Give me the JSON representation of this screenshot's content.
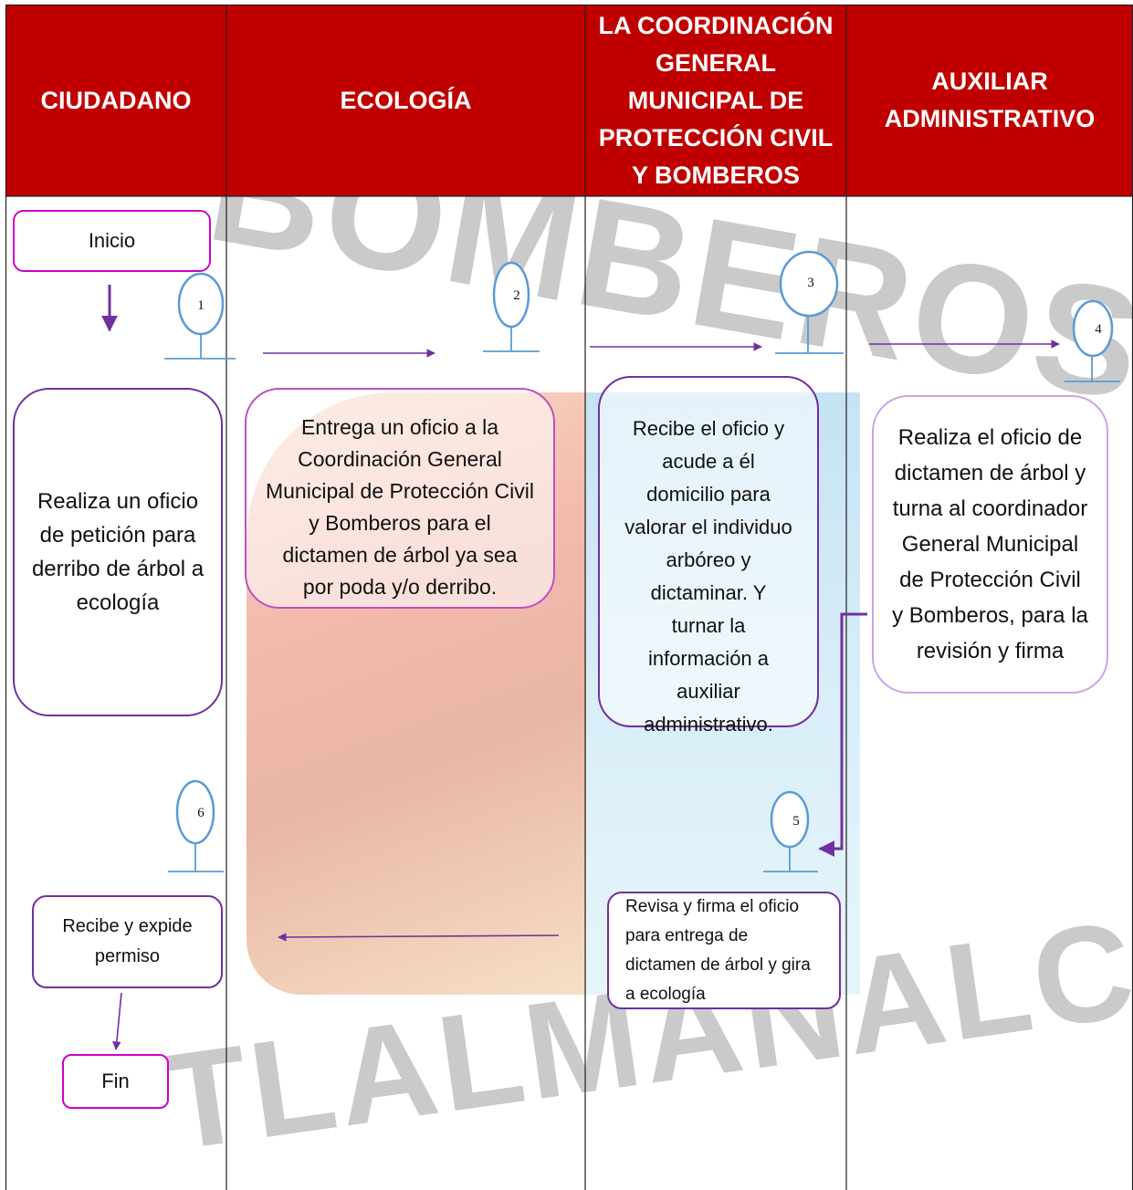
{
  "lanes": [
    {
      "header": "CIUDADANO"
    },
    {
      "header": "ECOLOGÍA"
    },
    {
      "header": "LA COORDINACIÓN GENERAL MUNICIPAL DE PROTECCIÓN CIVIL Y BOMBEROS"
    },
    {
      "header": "AUXILIAR ADMINISTRATIVO"
    }
  ],
  "watermark": {
    "top": "BOMBEROS",
    "bottom": "TLALMANALCO"
  },
  "terminals": {
    "start": "Inicio",
    "end": "Fin"
  },
  "steps": [
    {
      "num": "1",
      "text": "Realiza un oficio de petición para derribo de árbol a ecología"
    },
    {
      "num": "2",
      "text": "Entrega un oficio a la Coordinación General Municipal de Protección Civil y Bomberos para el dictamen de árbol ya sea por poda y/o derribo."
    },
    {
      "num": "3",
      "text": "Recibe el oficio y acude a él domicilio para valorar el individuo arbóreo y dictaminar. Y turnar la información a auxiliar administrativo."
    },
    {
      "num": "4",
      "text": "Realiza el oficio de dictamen de árbol y turna al coordinador General Municipal de Protección Civil y Bomberos, para la revisión y firma"
    },
    {
      "num": "5",
      "text": "Revisa y firma el oficio para entrega de dictamen de árbol y gira a ecología"
    },
    {
      "num": "6",
      "text": "Recibe y expide permiso"
    }
  ],
  "colors": {
    "header": "#c00000",
    "box_border": "#7030a0",
    "terminal_border": "#cc00cc",
    "marker": "#5b9bd5",
    "arrow": "#7030a0"
  }
}
